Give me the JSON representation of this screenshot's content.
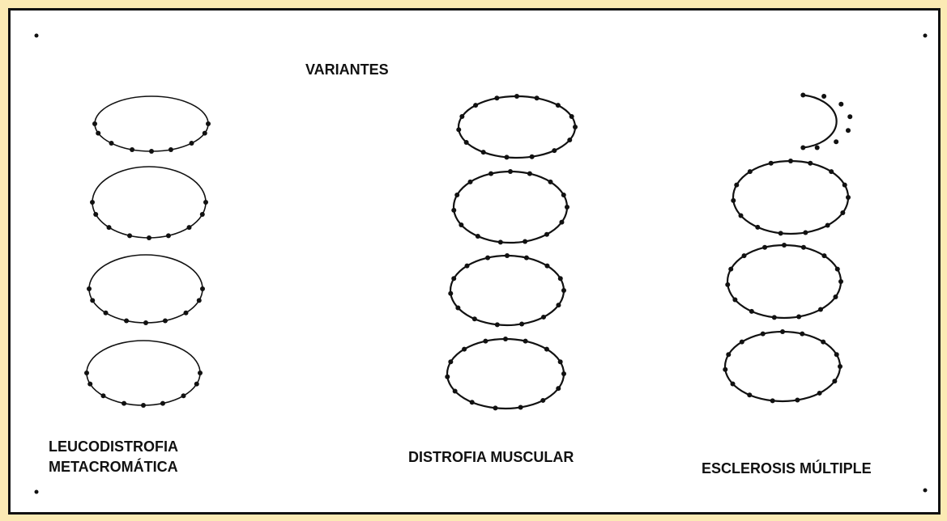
{
  "title": "VARIANTES",
  "columns": [
    {
      "label_lines": [
        "LEUCODISTROFIA",
        "METACROMÁTICA"
      ],
      "coils": 4,
      "variant": "leucodistrofia"
    },
    {
      "label_lines": [
        "DISTROFIA MUSCULAR"
      ],
      "coils": 4,
      "variant": "distrofia"
    },
    {
      "label_lines": [
        "ESCLEROSIS MÚLTIPLE"
      ],
      "coils": 3,
      "variant": "esclerosis",
      "has_open_top_coil": true
    }
  ],
  "colors": {
    "background": "#fbeab4",
    "panel": "#ffffff",
    "ink": "#111111"
  }
}
